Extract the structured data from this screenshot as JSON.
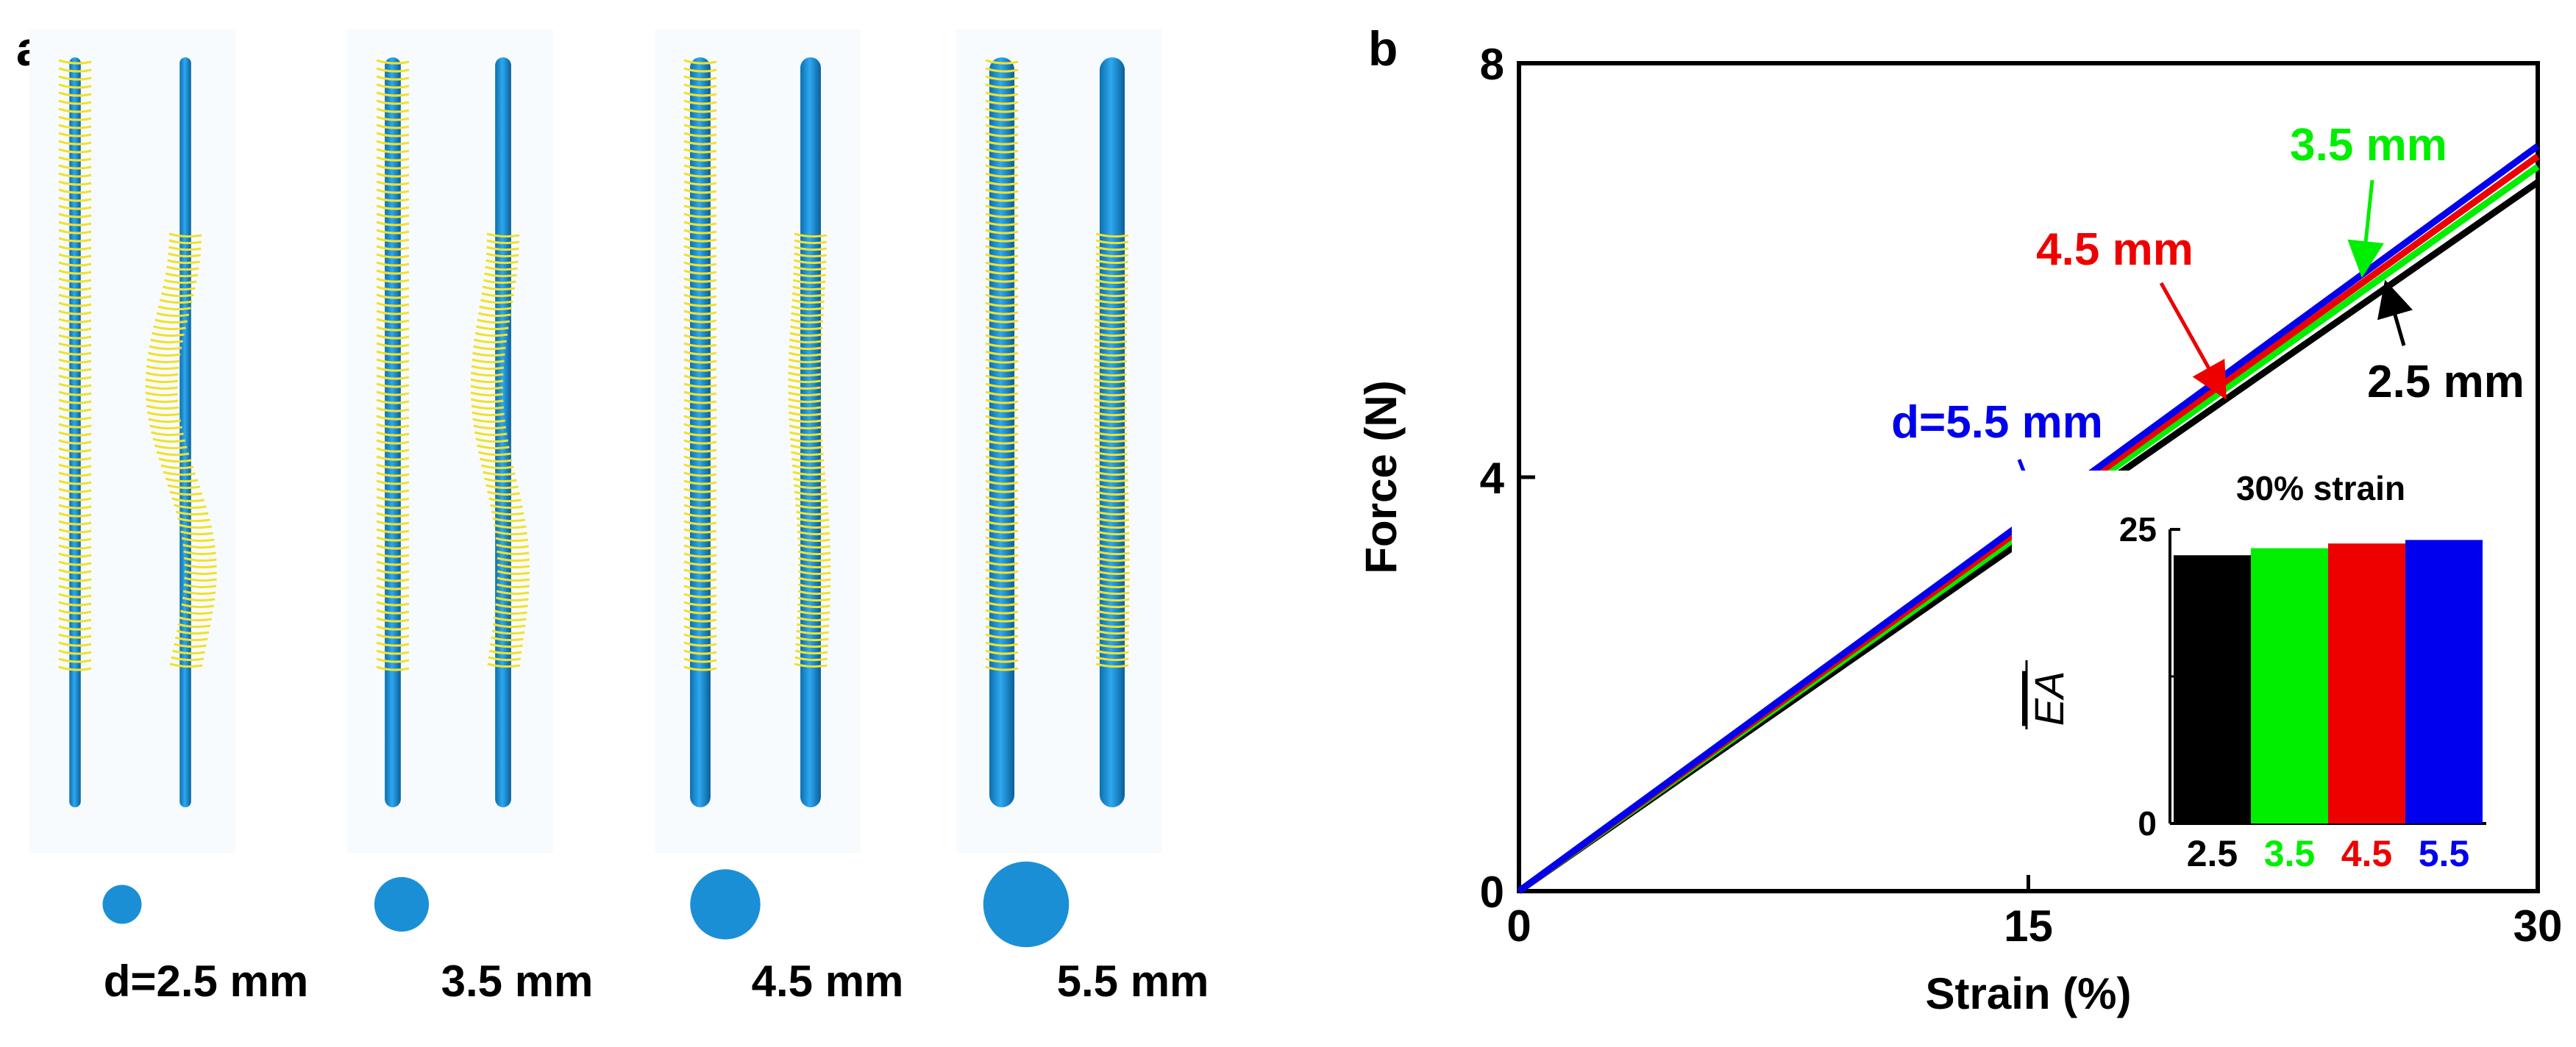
{
  "figure": {
    "panel_a_label": "a",
    "panel_b_label": "b",
    "rod_color": "#1b8fd6",
    "coil_color": "#f1e12a"
  },
  "panel_a": {
    "diameters": [
      "d=2.5 mm",
      "3.5 mm",
      "4.5 mm",
      "5.5 mm"
    ],
    "rod_diameters_mm": [
      2.5,
      3.5,
      4.5,
      5.5
    ]
  },
  "chart_data": [
    {
      "type": "line",
      "xlabel": "Strain (%)",
      "ylabel": "Force (N)",
      "xlim": [
        0,
        30
      ],
      "ylim": [
        0,
        8
      ],
      "xticks": [
        "0",
        "15",
        "30"
      ],
      "yticks": [
        "0",
        "4",
        "8"
      ],
      "series": [
        {
          "name": "2.5 mm",
          "color": "#000000",
          "x": [
            0,
            30
          ],
          "y": [
            0,
            6.85
          ]
        },
        {
          "name": "3.5 mm",
          "color": "#00ee00",
          "x": [
            0,
            30
          ],
          "y": [
            0,
            7.0
          ]
        },
        {
          "name": "4.5 mm",
          "color": "#ee0000",
          "x": [
            0,
            30
          ],
          "y": [
            0,
            7.1
          ]
        },
        {
          "name": "d=5.5 mm",
          "color": "#0000ee",
          "x": [
            0,
            30
          ],
          "y": [
            0,
            7.2
          ]
        }
      ],
      "annotations": [
        {
          "text": "3.5 mm",
          "color": "#00ee00"
        },
        {
          "text": "4.5 mm",
          "color": "#ee0000"
        },
        {
          "text": "2.5 mm",
          "color": "#000000"
        },
        {
          "text": "d=5.5 mm",
          "color": "#0000ee"
        }
      ]
    },
    {
      "type": "bar",
      "title": "30% strain",
      "ylabel": "EA",
      "ylim": [
        0,
        25
      ],
      "yticks": [
        "0",
        "25"
      ],
      "categories": [
        "2.5",
        "3.5",
        "4.5",
        "5.5"
      ],
      "values": [
        22.8,
        23.4,
        23.8,
        24.1
      ],
      "colors": [
        "#000000",
        "#00ee00",
        "#ee0000",
        "#0000ee"
      ]
    }
  ]
}
